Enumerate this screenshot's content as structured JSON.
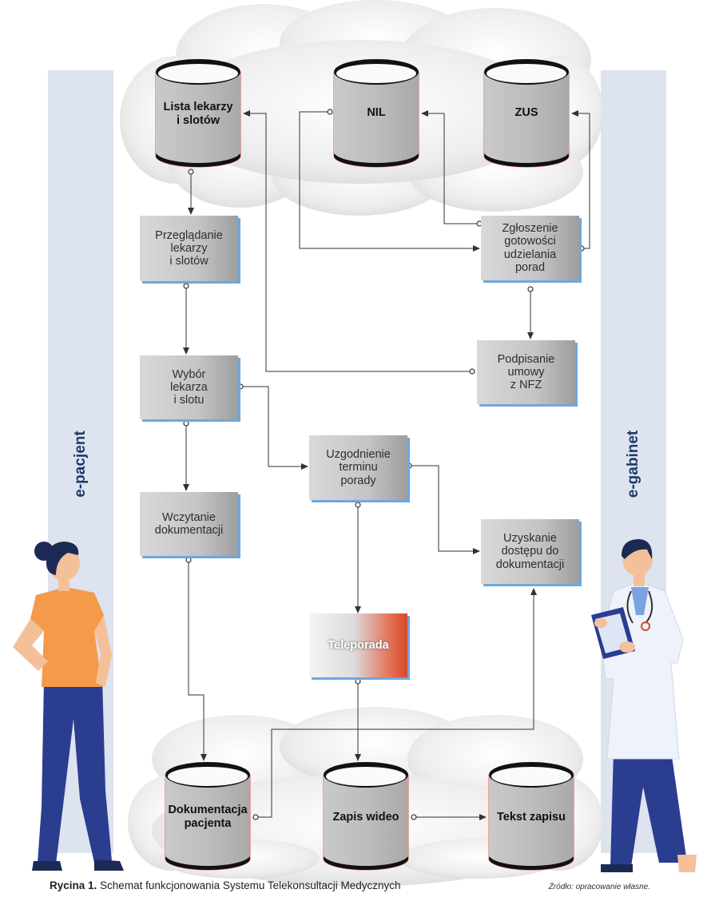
{
  "lanes": {
    "left_label": "e-pacjent",
    "right_label": "e-gabinet"
  },
  "databases_top": {
    "doctors_list": "Lista lekarzy\ni slotów",
    "nil": "NIL",
    "zus": "ZUS"
  },
  "databases_bottom": {
    "patient_docs": "Dokumentacja\npacjenta",
    "video": "Zapis wideo",
    "transcript": "Tekst zapisu"
  },
  "processes": {
    "browse": "Przeglądanie\nlekarzy\ni slotów",
    "choose": "Wybór\nlekarza\ni slotu",
    "upload_docs": "Wczytanie\ndokumentacji",
    "agree_date": "Uzgodnienie\nterminu\nporady",
    "teleporada": "Teleporada",
    "readiness": "Zgłoszenie\ngotowości\nudzielania\nporad",
    "nfz_contract": "Podpisanie\numowy\nz NFZ",
    "doc_access": "Uzyskanie\ndostępu do\ndokumentacji"
  },
  "caption": {
    "label": "Rycina 1.",
    "text": "Schemat funkcjonowania Systemu Telekonsultacji Medycznych",
    "source": "Źródło: opracowanie własne."
  },
  "colors": {
    "lane": "#dde3ef",
    "lane_text": "#1f3a68",
    "box_shadow": "#6fa8dc",
    "teleporada_accent": "#d84a2a",
    "db_edge": "#e8534a"
  },
  "icons": [
    "cloud-top-icon",
    "cloud-bottom-icon",
    "patient-figure-icon",
    "doctor-figure-icon"
  ]
}
